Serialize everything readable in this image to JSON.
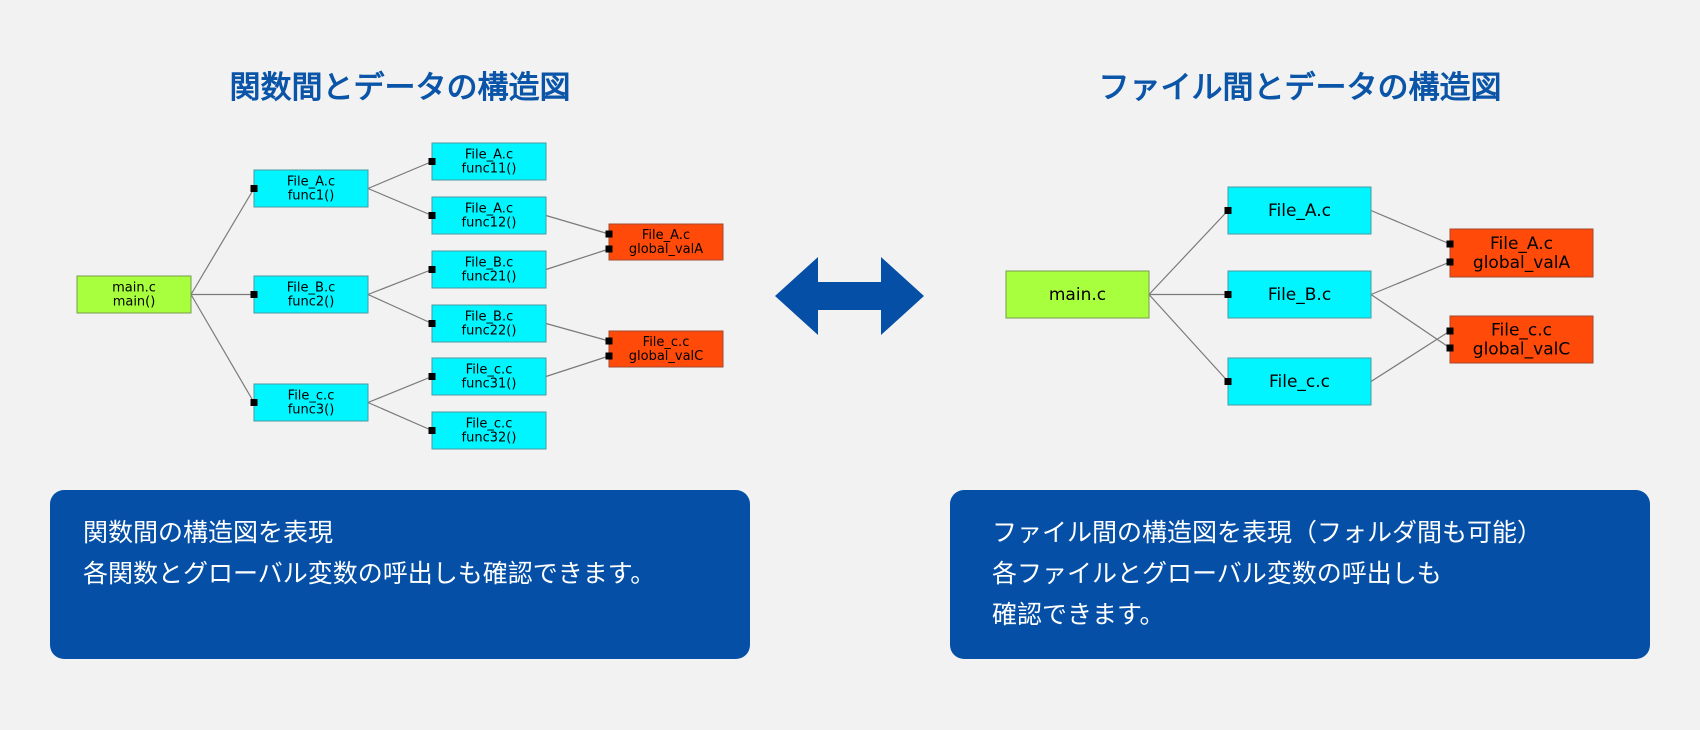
{
  "left": {
    "title": "関数間とデータの構造図",
    "nodes": {
      "main": [
        "main.c",
        "main()"
      ],
      "fa": [
        "File_A.c",
        "func1()"
      ],
      "fb": [
        "File_B.c",
        "func2()"
      ],
      "fc": [
        "File_c.c",
        "func3()"
      ],
      "f11": [
        "File_A.c",
        "func11()"
      ],
      "f12": [
        "File_A.c",
        "func12()"
      ],
      "f21": [
        "File_B.c",
        "func21()"
      ],
      "f22": [
        "File_B.c",
        "func22()"
      ],
      "f31": [
        "File_c.c",
        "func31()"
      ],
      "f32": [
        "File_c.c",
        "func32()"
      ],
      "ga": [
        "File_A.c",
        "global_valA"
      ],
      "gc": [
        "File_c.c",
        "global_valC"
      ]
    },
    "description": [
      "関数間の構造図を表現",
      "各関数とグローバル変数の呼出しも確認できます。"
    ]
  },
  "right": {
    "title": "ファイル間とデータの構造図",
    "nodes": {
      "main": [
        "main.c"
      ],
      "fa": [
        "File_A.c"
      ],
      "fb": [
        "File_B.c"
      ],
      "fc": [
        "File_c.c"
      ],
      "ga": [
        "File_A.c",
        "global_valA"
      ],
      "gc": [
        "File_c.c",
        "global_valC"
      ]
    },
    "description": [
      "ファイル間の構造図を表現（フォルダ間も可能）",
      "各ファイルとグローバル変数の呼出しも",
      "確認できます。"
    ]
  },
  "colors": {
    "main": "#a8ff3e",
    "function": "#00f5ff",
    "data": "#ff4a0a",
    "accent": "#0550a6"
  },
  "arrow_icon": "double-headed-arrow-icon"
}
